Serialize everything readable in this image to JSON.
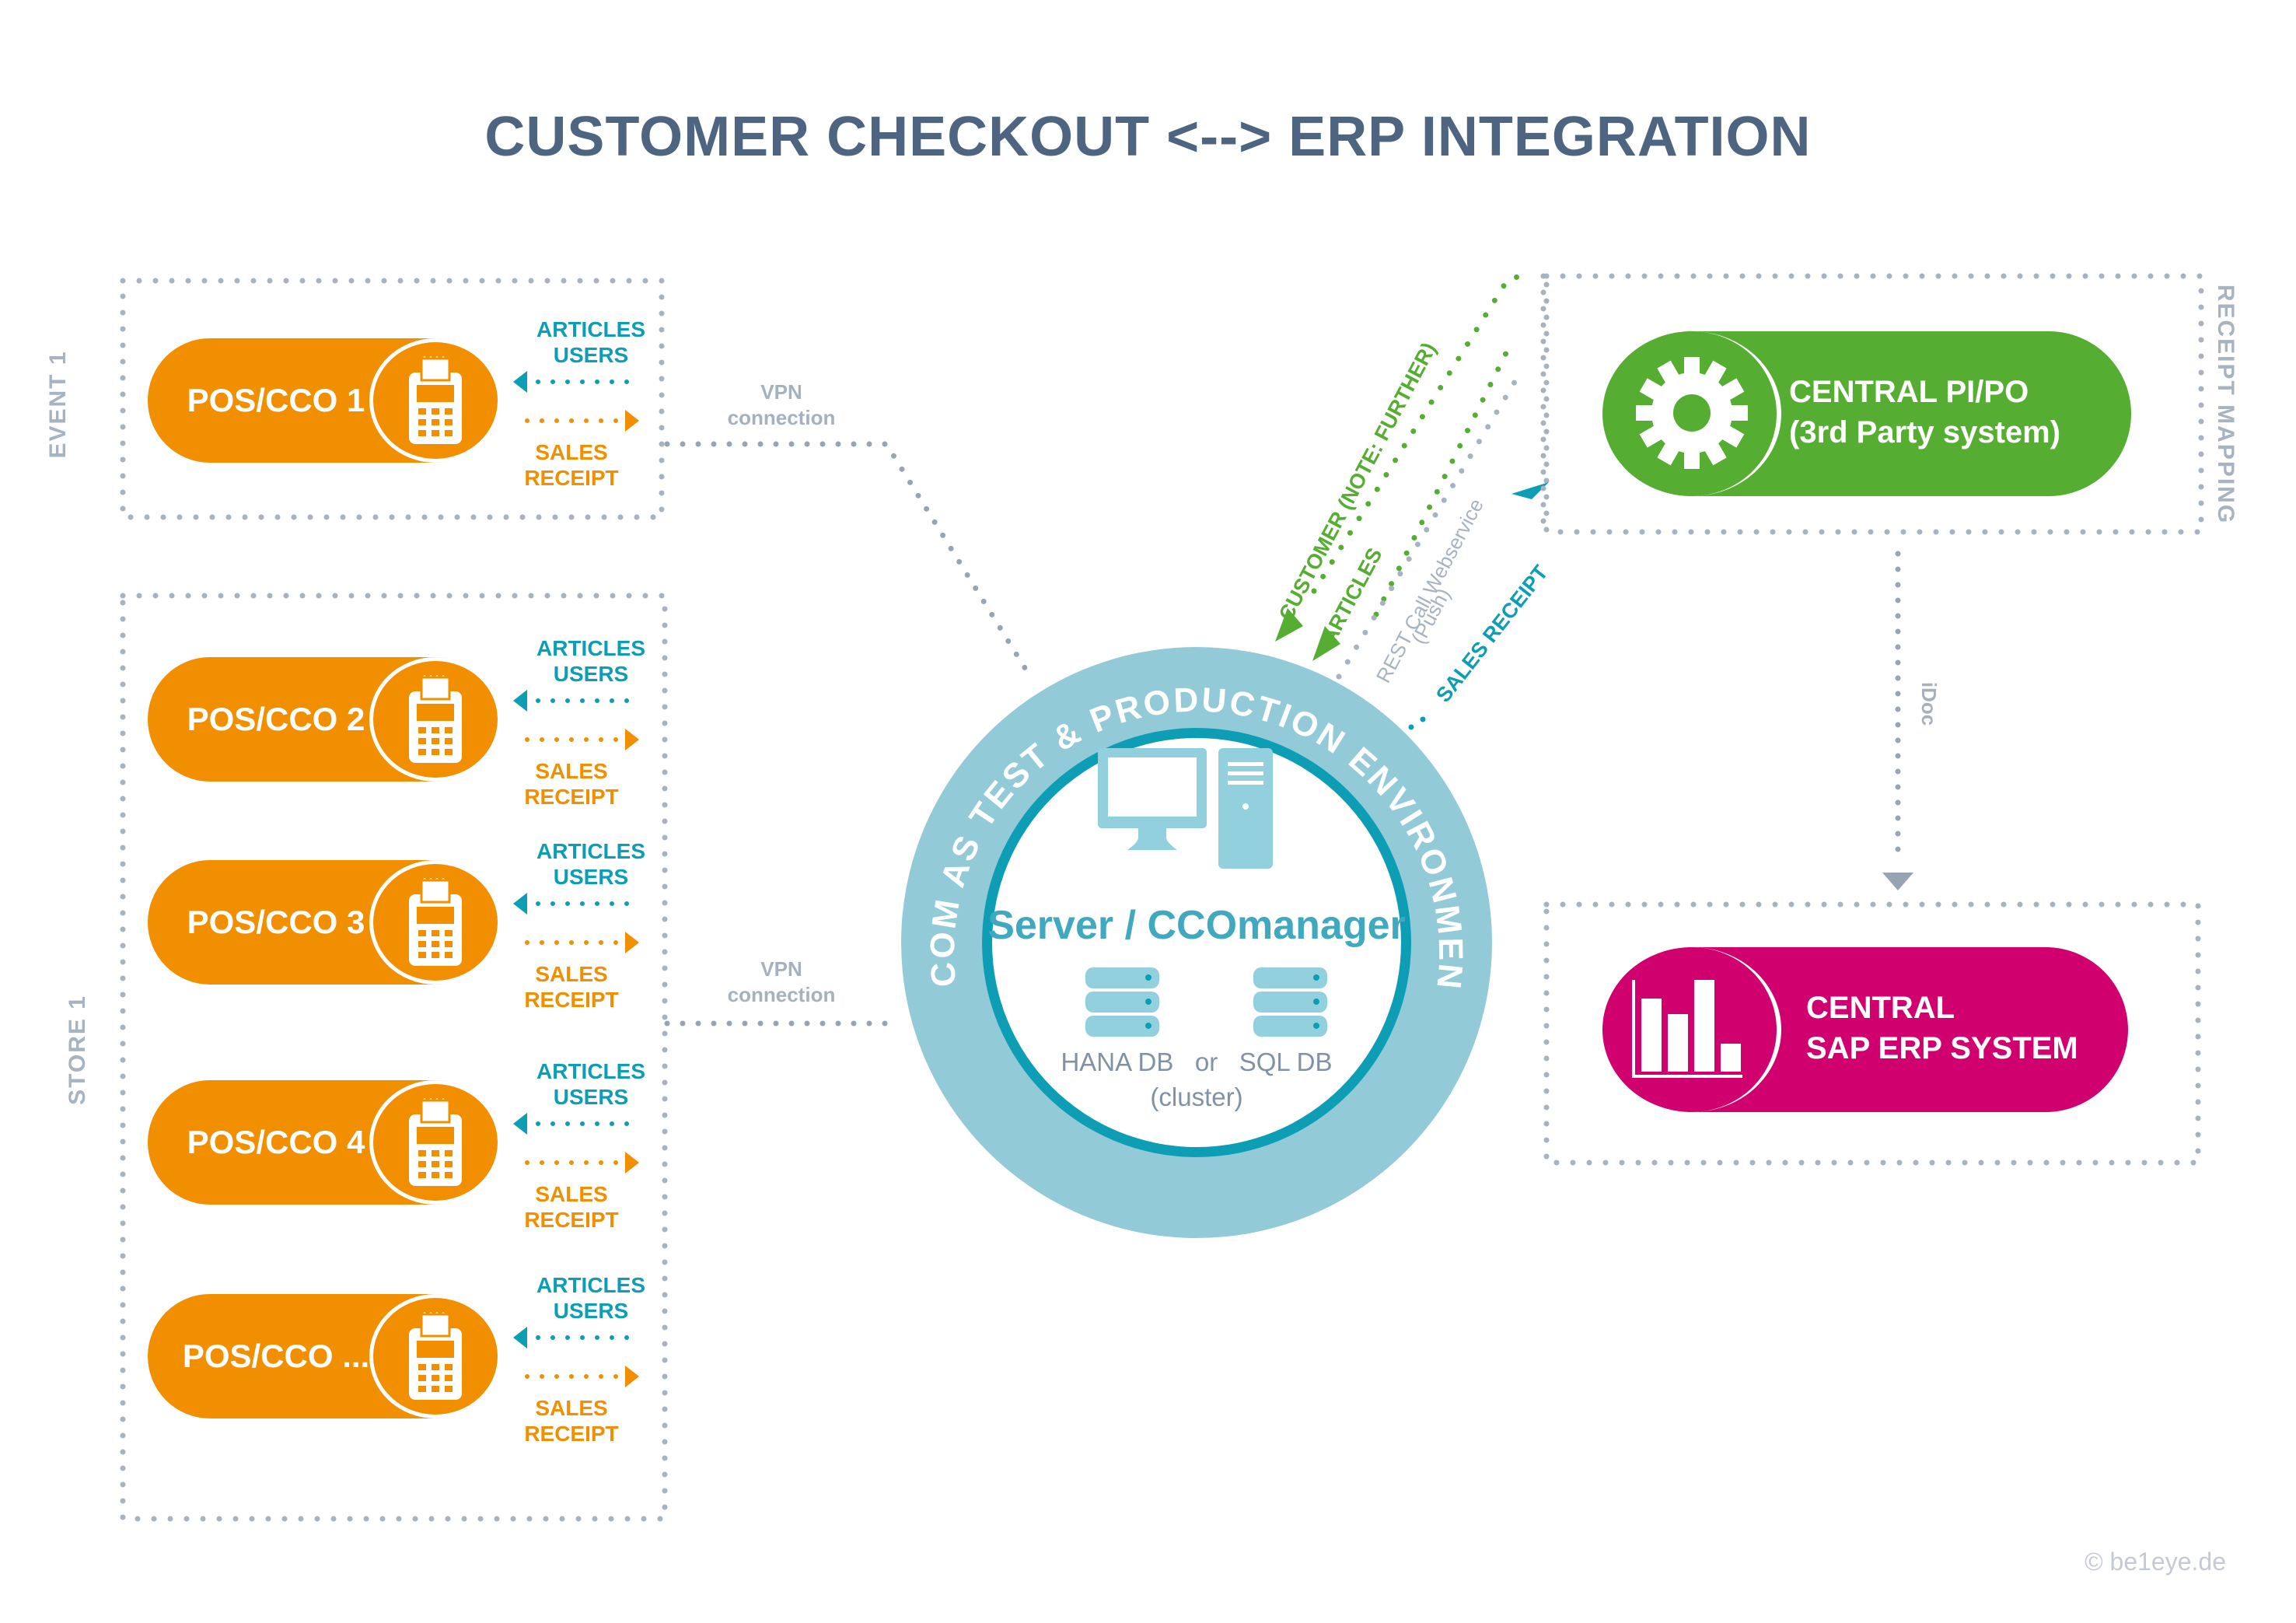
{
  "title": "CUSTOMER CHECKOUT <--> ERP INTEGRATION",
  "groups": {
    "event": {
      "label": "EVENT 1"
    },
    "store": {
      "label": "STORE 1"
    },
    "pipo_group": {
      "label": "RECEIPT MAPPING"
    }
  },
  "pos_terminals": [
    {
      "label": "POS/CCO 1",
      "group": "event"
    },
    {
      "label": "POS/CCO 2",
      "group": "store"
    },
    {
      "label": "POS/CCO 3",
      "group": "store"
    },
    {
      "label": "POS/CCO 4",
      "group": "store"
    },
    {
      "label": "POS/CCO ...",
      "group": "store"
    }
  ],
  "pos_flows": {
    "inbound": [
      "ARTICLES",
      "USERS"
    ],
    "outbound": [
      "SALES",
      "RECEIPT"
    ]
  },
  "connections": {
    "vpn_top": [
      "VPN",
      "connection"
    ],
    "vpn_bottom": [
      "VPN",
      "connection"
    ],
    "customer": "CUSTOMER (NOTE: FURTHER)",
    "articles": "ARTICLES",
    "rest_call": [
      "REST Call Webservice",
      "(Push)"
    ],
    "sales_receipt": "SALES RECEIPT",
    "idoc": "iDoc"
  },
  "server": {
    "ring_label": "CCOM AS TEST & PRODUCTION ENVIRONMENT",
    "title": "Server / CCOmanager",
    "db_line": "HANA DB   or   SQL DB",
    "db_sub": "(cluster)"
  },
  "pipo": {
    "line1": "CENTRAL PI/PO",
    "line2": "(3rd Party system)"
  },
  "erp": {
    "line1": "CENTRAL",
    "line2": "SAP ERP SYSTEM"
  },
  "colors": {
    "orange": "#f18f00",
    "teal": "#0d9eb6",
    "green": "#55ad31",
    "magenta": "#d1006f",
    "ring": "#93cad8",
    "title": "#4d6580",
    "dots": "#a7b3c1"
  },
  "footer": "© be1eye.de"
}
